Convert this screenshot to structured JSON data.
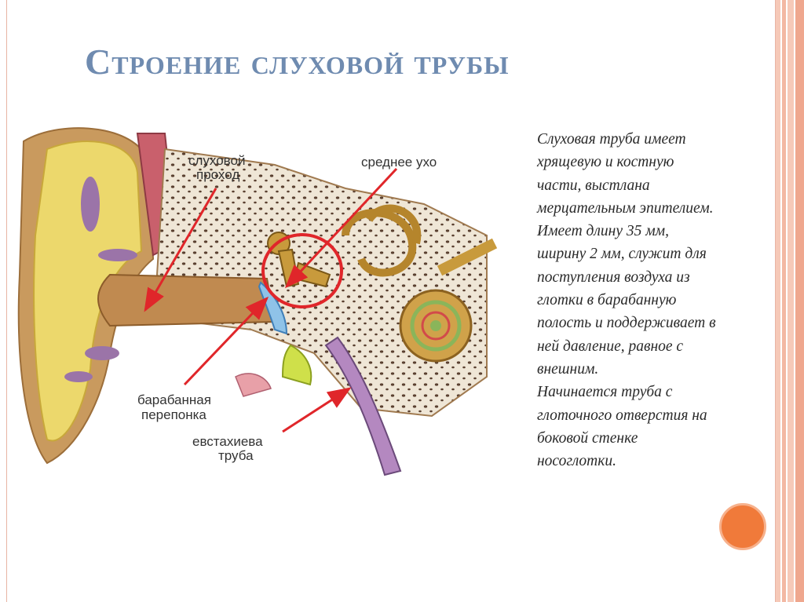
{
  "slide": {
    "title": "Строение слуховой трубы",
    "body_lines": [
      "Слуховая труба имеет",
      "хрящевую и костную",
      "части, выстлана",
      "мерцательным эпителием.",
      "Имеет  длину 35 мм,",
      "ширину 2 мм, служит для",
      "поступления воздуха из",
      "глотки в барабанную",
      "полость и поддерживает в",
      "ней давление, равное с",
      "внешним.",
      "Начинается труба с",
      "глоточного отверстия  на",
      "боковой стенке",
      "носоглотки."
    ]
  },
  "diagram": {
    "labels": {
      "ear_canal_1": "слуховой",
      "ear_canal_2": "проход",
      "middle_ear": "среднее ухо",
      "eardrum_1": "барабанная",
      "eardrum_2": "перепонка",
      "tube_1": "евстахиева",
      "tube_2": "труба"
    }
  },
  "colors": {
    "title": "#6f8bb0",
    "arrow": "#e0262a",
    "accent_dot": "#f07a3a",
    "stripes": [
      "#f6c9b8",
      "#ffffff",
      "#f3b8a3",
      "#ffffff",
      "#efa78e"
    ]
  }
}
